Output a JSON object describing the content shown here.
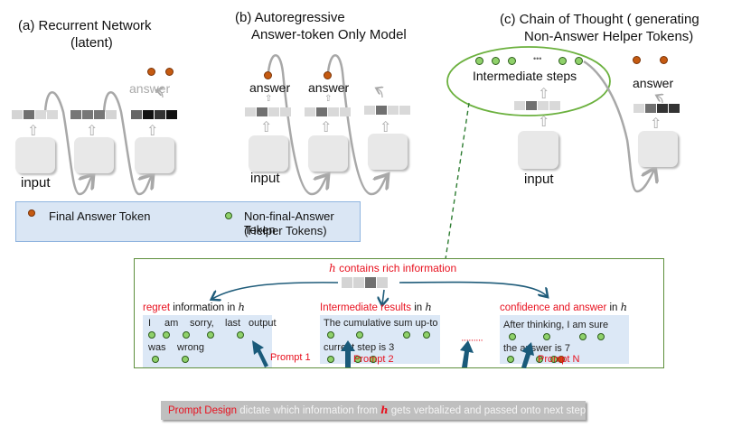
{
  "panel_a": {
    "title_line1": "(a)  Recurrent Network",
    "title_line2": "(latent)",
    "input_label": "input",
    "answer_label": "answer"
  },
  "panel_b": {
    "title_line1": "(b) Autoregressive",
    "title_line2": "Answer-token Only Model",
    "input_label": "input",
    "answer_label_1": "answer",
    "answer_label_2": "answer"
  },
  "panel_c": {
    "title_line1": "(c) Chain of Thought ( generating",
    "title_line2": "Non-Answer Helper Tokens)",
    "steps_label": "Intermediate steps",
    "ellipsis": "•••",
    "input_label": "input",
    "answer_label": "answer"
  },
  "legend": {
    "final_answer": "Final Answer Token",
    "helper_line1": "Non-final-Answer Token",
    "helper_line2": "(Helper Tokens)"
  },
  "detail": {
    "h_symbol": "h",
    "h_caption": " contains rich information",
    "card1": {
      "head_red": "regret",
      "head_rest": " information in ",
      "line1": [
        "I",
        "am",
        "sorry,",
        "last",
        "output"
      ],
      "line2": [
        "was",
        "wrong"
      ]
    },
    "card2": {
      "head_red": "Intermediate results",
      "head_rest": " in ",
      "line1": "The cumulative sum up-to",
      "line2": "current step is 3"
    },
    "card3": {
      "head_red": "confidence and answer",
      "head_rest": " in ",
      "line1": "After thinking, I am sure",
      "line2": "the answer is  7"
    },
    "dots_separator": "·········",
    "prompts": [
      "Prompt 1",
      "Prompt 2",
      "Prompt N"
    ]
  },
  "caption": {
    "red_part": "Prompt Design",
    "text_before_h": " dictate which information from ",
    "h_symbol": "h",
    "text_after_h": " gets verbalized and passed onto next step"
  },
  "colors": {
    "final_answer": "#c55a11",
    "helper_token": "#8fd16a",
    "accent_red": "#e8101e",
    "arrow_blue": "#1f5c7a",
    "green_border": "#5e8f3c",
    "card_blue": "#dce8f6"
  }
}
